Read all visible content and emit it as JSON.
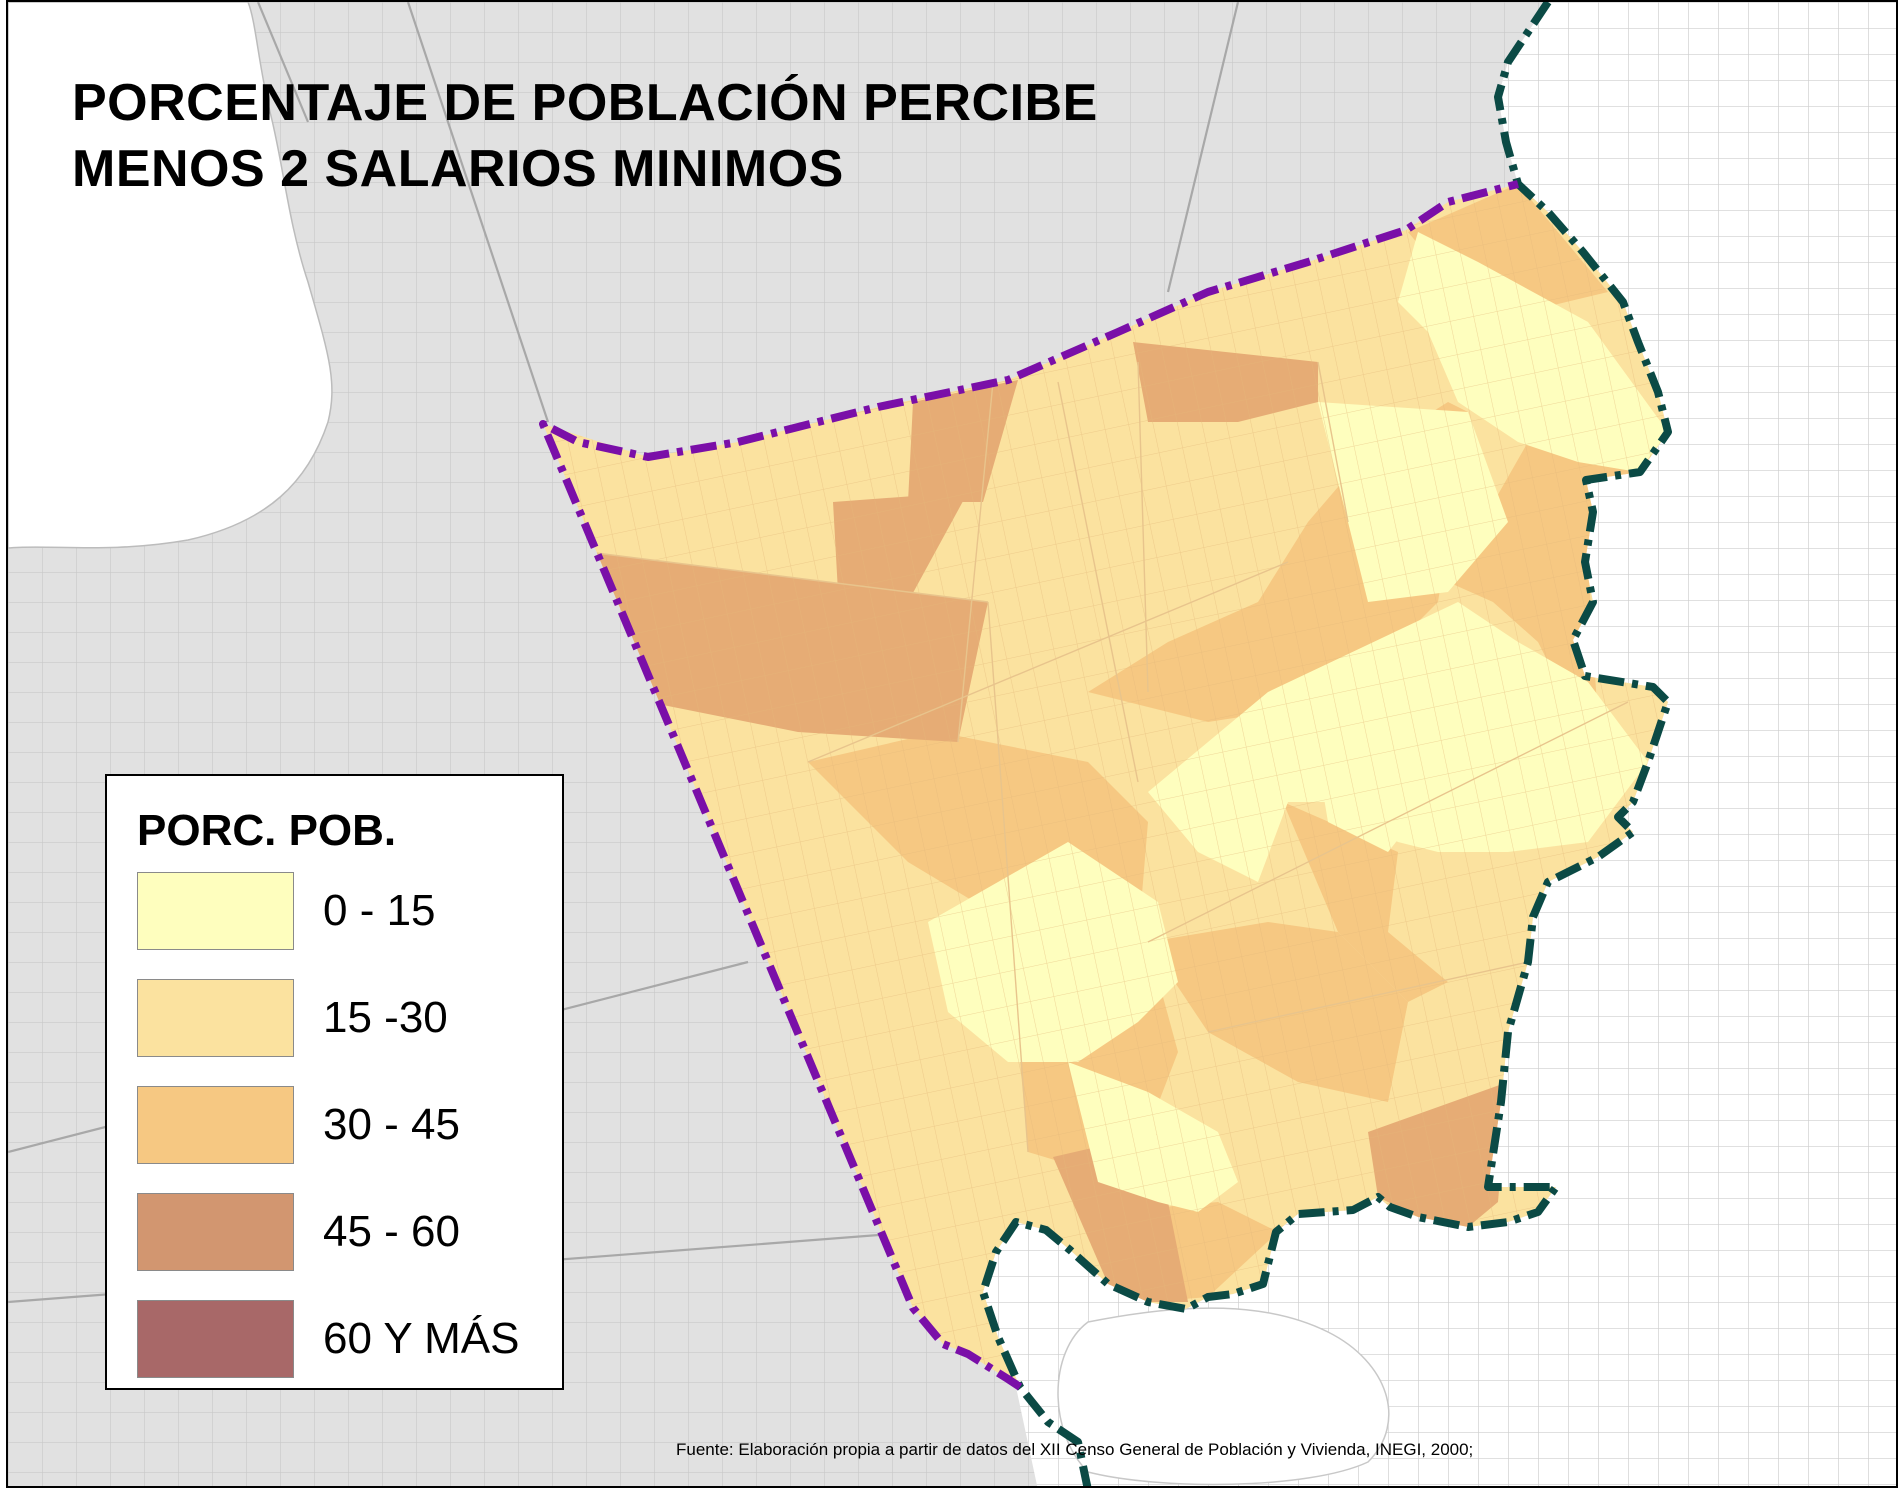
{
  "title": {
    "line1": "PORCENTAJE DE POBLACIÓN PERCIBE",
    "line2": "MENOS 2 SALARIOS MINIMOS"
  },
  "legend": {
    "title": "PORC. POB.",
    "classes": [
      {
        "label": "0 - 15",
        "color": "#fefebe"
      },
      {
        "label": "15 -30",
        "color": "#fbe29f"
      },
      {
        "label": "30 - 45",
        "color": "#f6c882"
      },
      {
        "label": "45 - 60",
        "color": "#d29670"
      },
      {
        "label": "60 Y MÁS",
        "color": "#a86868"
      }
    ]
  },
  "source_note": "Fuente: Elaboración propia a partir de datos del XII Censo General de Población y Vivienda, INEGI, 2000;",
  "colors": {
    "background_gray": "#e1e1e1",
    "street_lines": "#c4c4c4",
    "boundary_purple": "#7a0fa8",
    "boundary_green": "#0b4a45"
  }
}
